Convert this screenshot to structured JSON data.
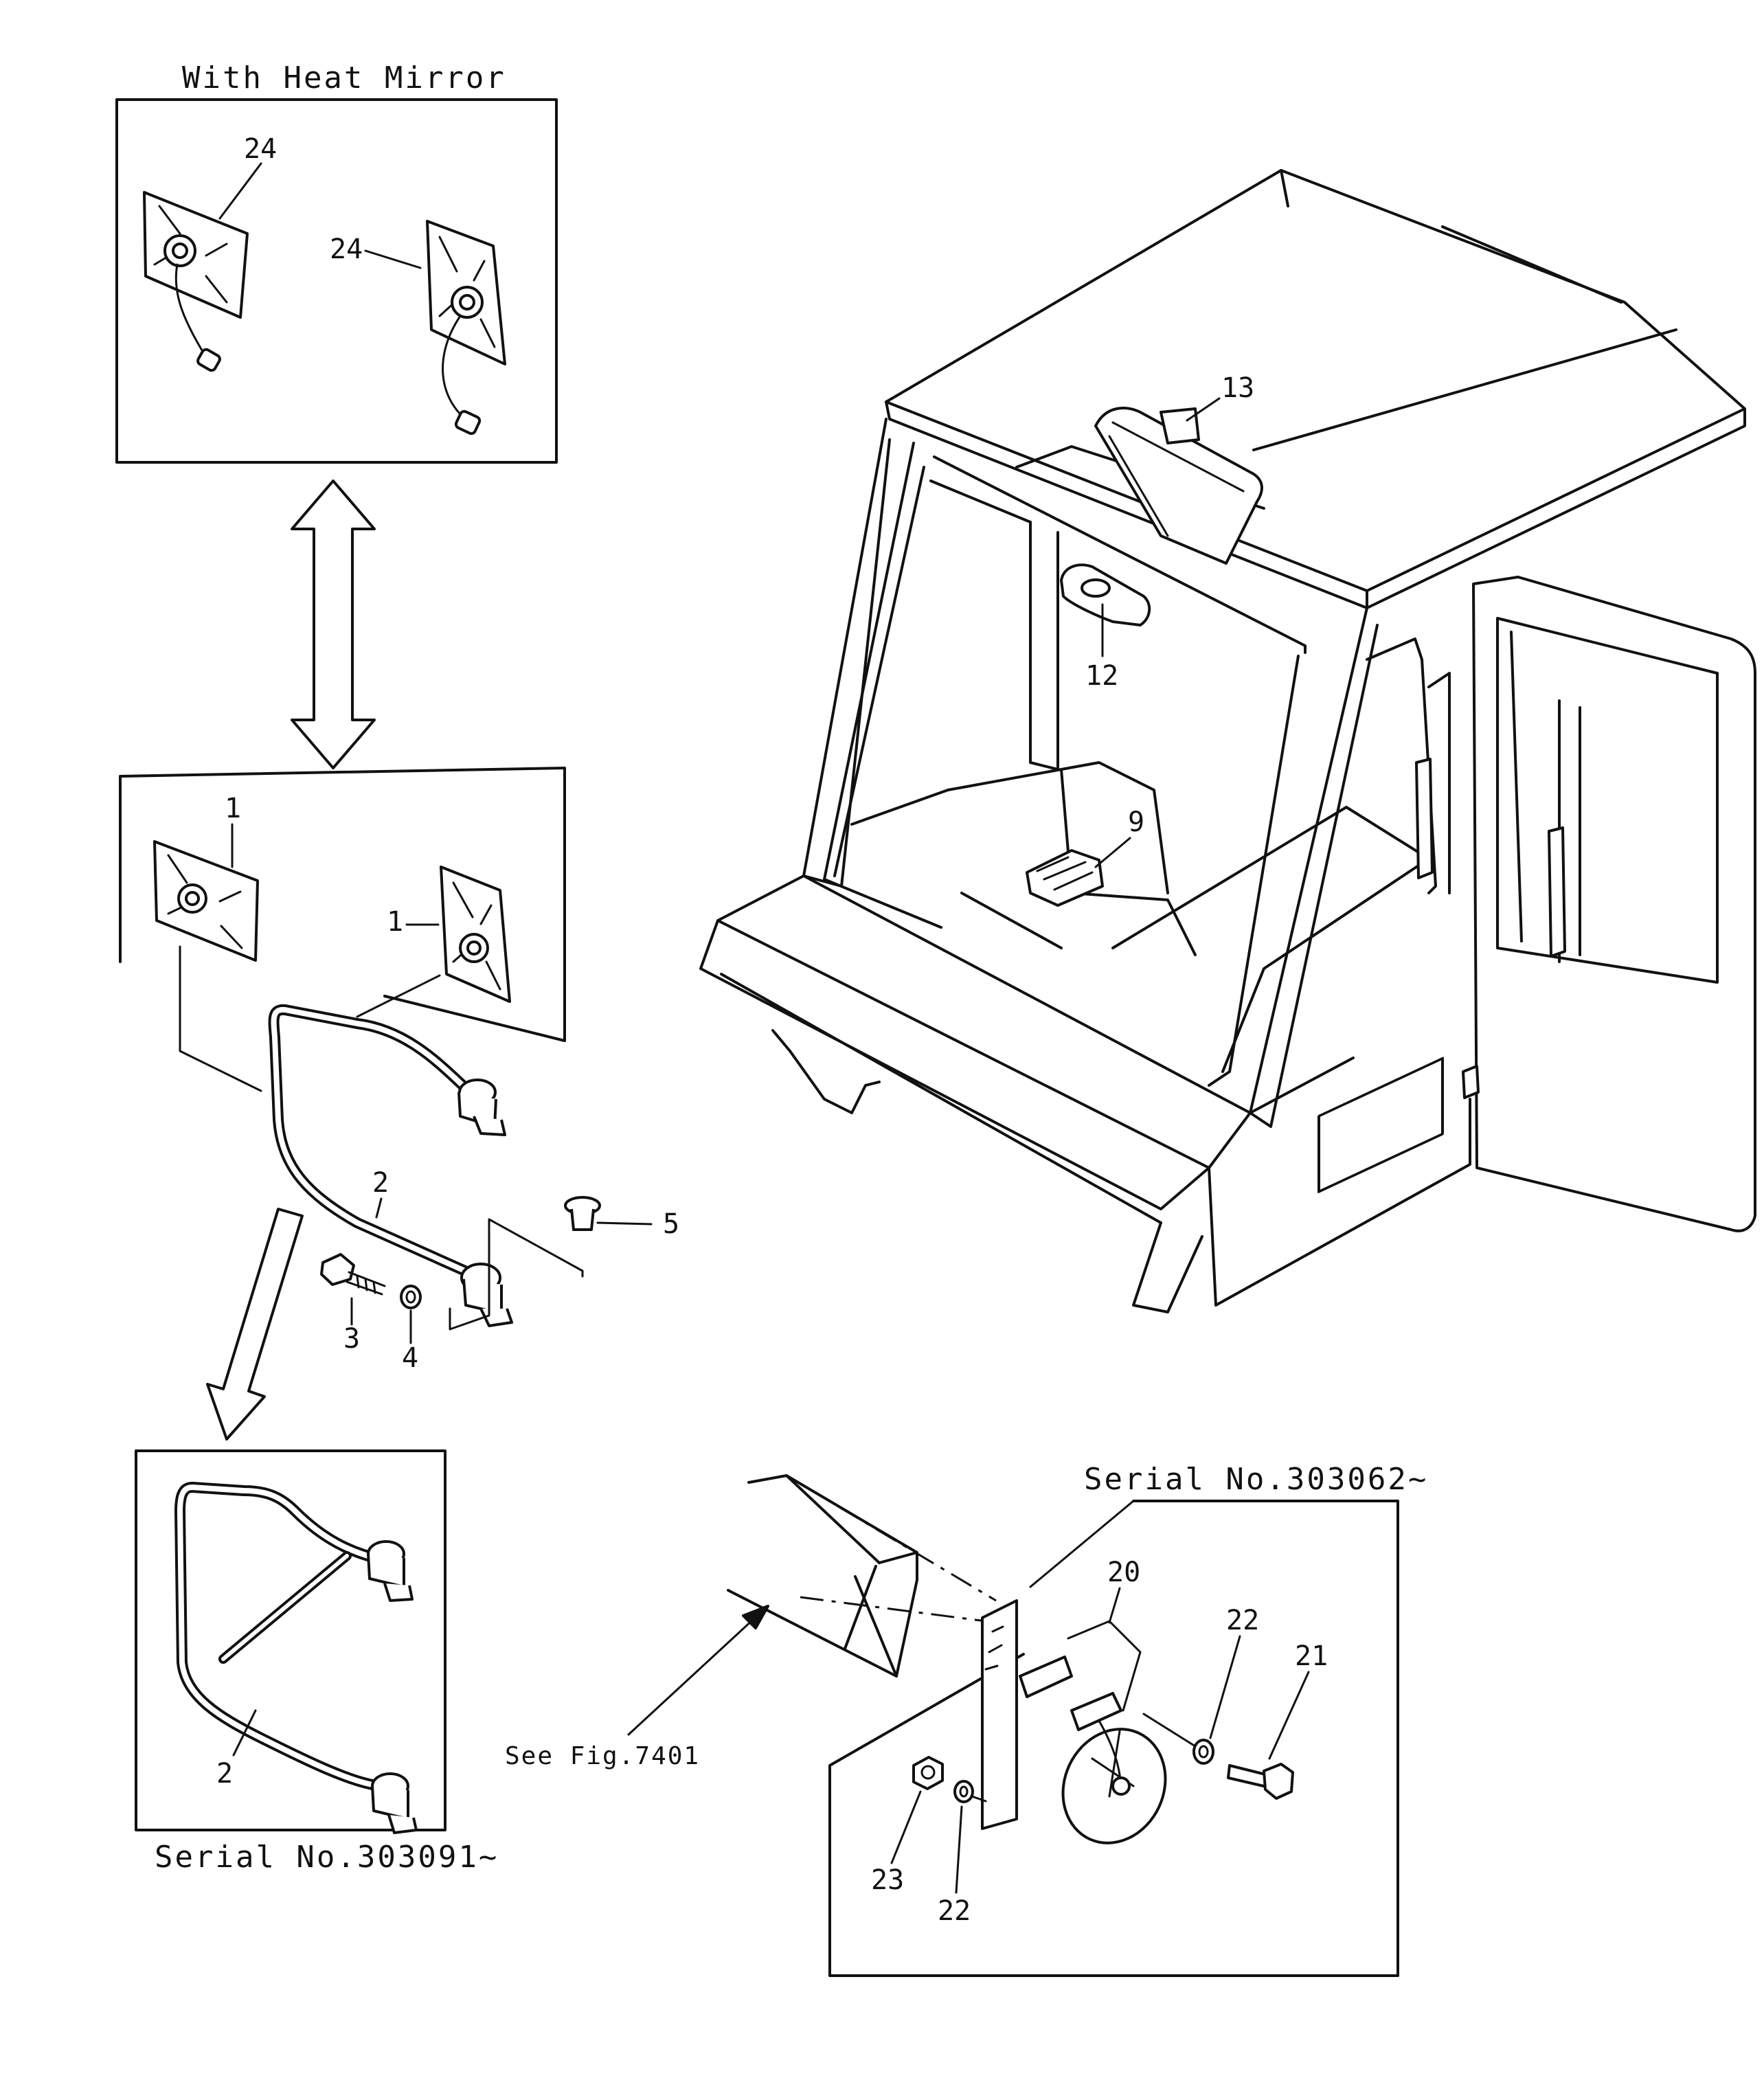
{
  "captions": {
    "heat_mirror": "With Heat Mirror",
    "serial_bottom_left": "Serial  No.303091~",
    "serial_bottom_right": "Serial  No.303062~",
    "see_fig": "See Fig.7401"
  },
  "callouts": {
    "c24a": "24",
    "c24b": "24",
    "c13": "13",
    "c12": "12",
    "c9": "9",
    "c1a": "1",
    "c1b": "1",
    "c2a": "2",
    "c2b": "2",
    "c3": "3",
    "c4": "4",
    "c5": "5",
    "c20": "20",
    "c21": "21",
    "c22a": "22",
    "c22b": "22",
    "c23": "23"
  }
}
